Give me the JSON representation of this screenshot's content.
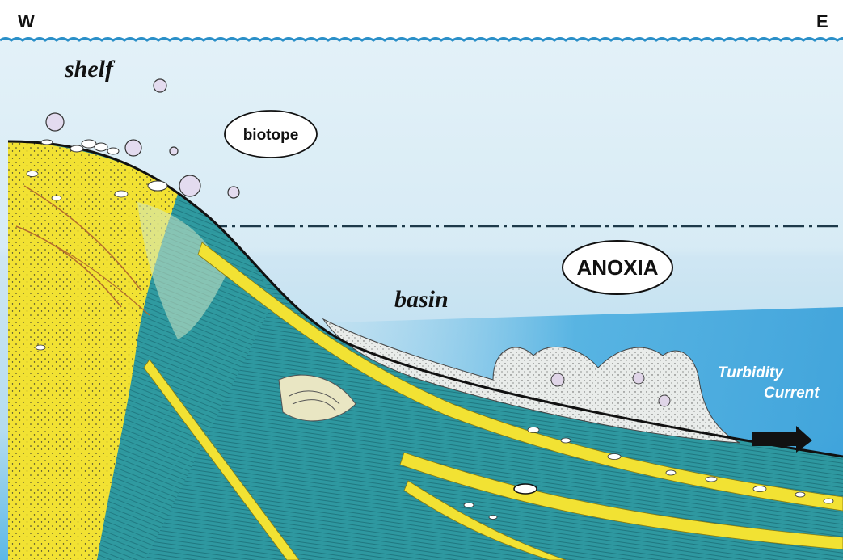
{
  "compass": {
    "west": "W",
    "east": "E"
  },
  "labels": {
    "shelf": "shelf",
    "biotope": "biotope",
    "anoxia": "ANOXIA",
    "basin": "basin",
    "turbidity_line1": "Turbidity",
    "turbidity_line2": "Current"
  },
  "colors": {
    "sky": "#ffffff",
    "upper_water": "#dcecf5",
    "lower_water": "#bfe0f0",
    "deep_water": "#3aa6dd",
    "sediment_teal": "#2f9aa0",
    "sand_yellow": "#f2e233",
    "chemocline": "#1d3a4a",
    "outline": "#111111"
  }
}
